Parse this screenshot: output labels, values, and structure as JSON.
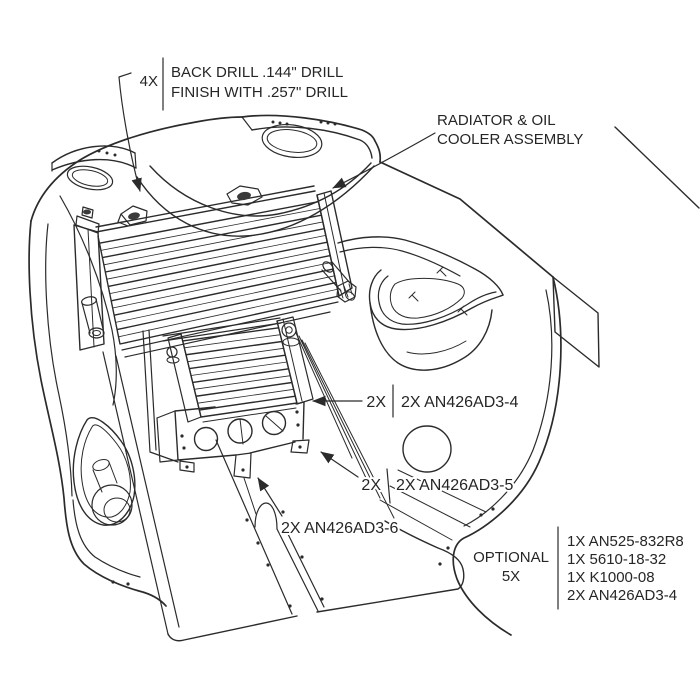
{
  "figure": {
    "description": "Exploded technical illustration of radiator and oil cooler installed in an aircraft cowling",
    "background_color": "#ffffff",
    "line_color": "#2b2b2b",
    "text_color": "#262626"
  },
  "callouts": {
    "back_drill": {
      "qty": "4X",
      "line1": "BACK DRILL .144\" DRILL",
      "line2": "FINISH WITH .257\" DRILL"
    },
    "radiator": {
      "line1": "RADIATOR & OIL",
      "line2": "COOLER ASSEMBLY"
    },
    "rivet_ad3_4": {
      "qty": "2X",
      "part": "2X AN426AD3-4"
    },
    "rivet_ad3_5": {
      "qty": "2X",
      "part": "2X AN426AD3-5"
    },
    "rivet_ad3_6": {
      "part": "2X AN426AD3-6"
    },
    "optional": {
      "label": "OPTIONAL",
      "qty": "5X",
      "parts": [
        "1X AN525-832R8",
        "1X 5610-18-32",
        "1X K1000-08",
        "2X AN426AD3-4"
      ]
    }
  }
}
